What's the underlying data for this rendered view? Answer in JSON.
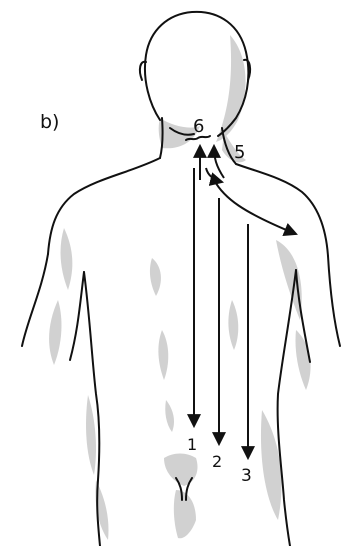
{
  "panel_label": "b)",
  "markers": {
    "m1": "1",
    "m2": "2",
    "m3": "3",
    "m5": "5",
    "m6": "6"
  },
  "colors": {
    "outline": "#111111",
    "shading": "#cfcfcf",
    "arrow": "#111111",
    "background": "#ffffff"
  }
}
